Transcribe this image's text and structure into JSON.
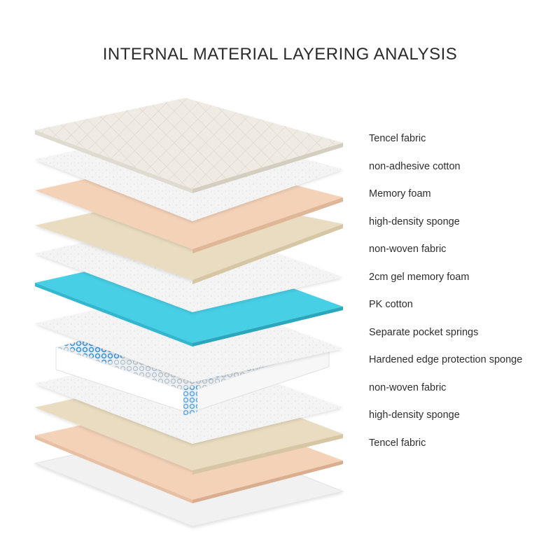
{
  "title": "INTERNAL MATERIAL LAYERING ANALYSIS",
  "layers": [
    {
      "label": "Tencel fabric",
      "color": "#efebe3",
      "pattern": "quilted"
    },
    {
      "label": "non-adhesive cotton",
      "color": "#f6f6f6",
      "pattern": "fiber"
    },
    {
      "label": "Memory foam",
      "color": "#f4d2b8",
      "pattern": "plain"
    },
    {
      "label": "high-density sponge",
      "color": "#e9dcc0",
      "pattern": "plain"
    },
    {
      "label": "non-woven fabric",
      "color": "#ececec",
      "pattern": "fiber"
    },
    {
      "label": "2cm gel memory foam",
      "color": "#47cfe6",
      "pattern": "plain"
    },
    {
      "label": "PK cotton",
      "color": "#f5f5f5",
      "pattern": "fiber"
    },
    {
      "label": "Separate pocket springs",
      "color": "#cfe3f4",
      "pattern": "springs"
    },
    {
      "label": "Hardened edge protection sponge",
      "color": "#ffffff",
      "pattern": "edge"
    },
    {
      "label": "non-woven fabric",
      "color": "#eeeeee",
      "pattern": "fiber"
    },
    {
      "label": "high-density sponge",
      "color": "#e9dcc0",
      "pattern": "plain"
    },
    {
      "label": "Tencel fabric",
      "color": "#f4d2b8",
      "pattern": "plain"
    }
  ],
  "colors": {
    "background": "#ffffff",
    "text": "#2e2e2e",
    "spring_blue": "#2f8fd6",
    "spring_grey": "#b9c3cc"
  }
}
